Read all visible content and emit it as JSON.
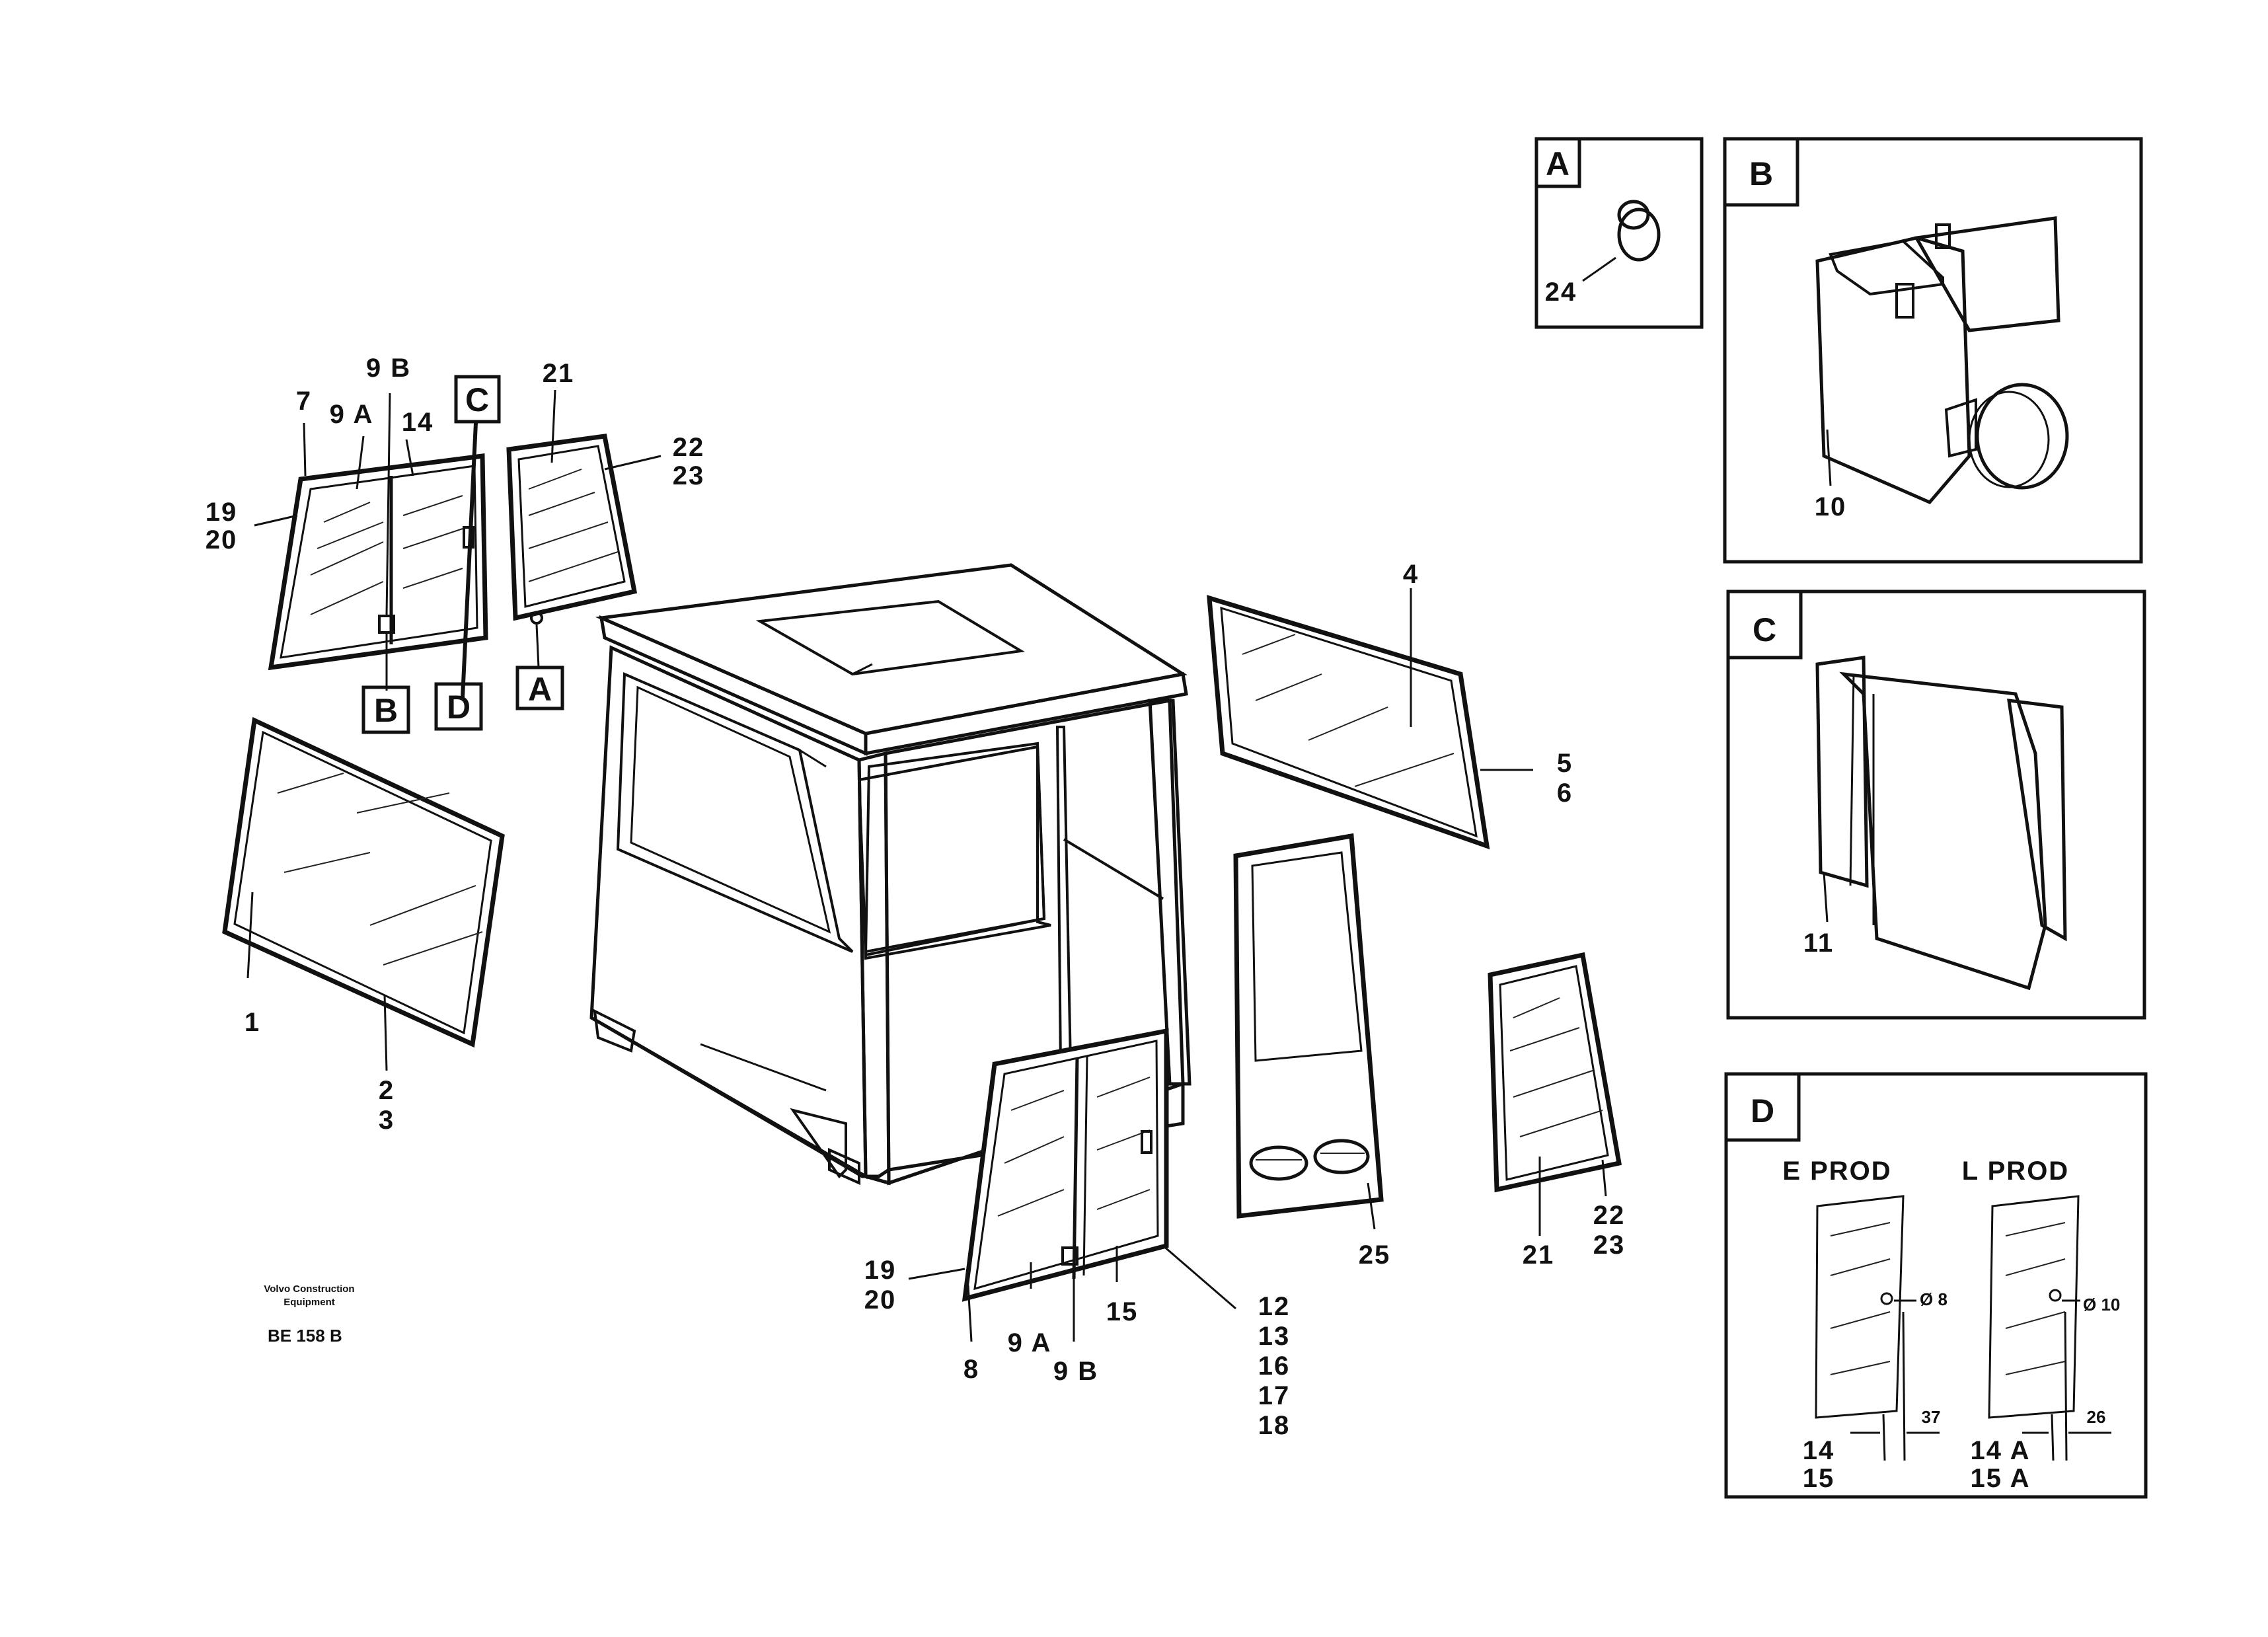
{
  "publisher": {
    "line1": "Volvo Construction",
    "line2": "Equipment"
  },
  "drawing_code": "BE 158  B",
  "parts": {
    "p1": "1",
    "p2": "2",
    "p3": "3",
    "p4": "4",
    "p5": "5",
    "p6": "6",
    "p7": "7",
    "p8": "8",
    "p9A": "9 A",
    "p9B": "9 B",
    "p10": "10",
    "p11": "11",
    "p12": "12",
    "p13": "13",
    "p14": "14",
    "p14A": "14 A",
    "p15": "15",
    "p15A": "15 A",
    "p16": "16",
    "p17": "17",
    "p18": "18",
    "p19": "19",
    "p20": "20",
    "p21": "21",
    "p22": "22",
    "p23": "23",
    "p24": "24",
    "p25": "25"
  },
  "callouts": {
    "A": "A",
    "B": "B",
    "C": "C",
    "D": "D"
  },
  "detail_d": {
    "e_prod": "E PROD",
    "l_prod": "L PROD",
    "dia_e": "Ø 8",
    "dia_l": "Ø 10",
    "dim_e": "37",
    "dim_l": "26"
  }
}
